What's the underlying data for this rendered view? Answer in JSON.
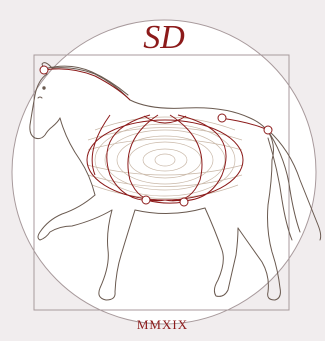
{
  "logo": {
    "text": "SD",
    "name": "sd-monogram-logo"
  },
  "footer": {
    "year": "MMXIX"
  },
  "colors": {
    "background": "#f1edee",
    "circle_fill": "#ffffff",
    "line": "#a89a9c",
    "horse_line": "#6a5a50",
    "accent": "#8c1a1a",
    "cage": "#c9b8a8"
  }
}
